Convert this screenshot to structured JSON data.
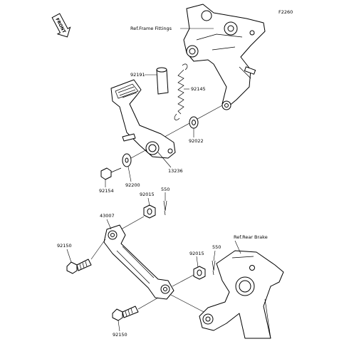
{
  "figure_code": "F2260",
  "front_marker": "FRONT",
  "references": {
    "frame_fittings": "Ref.Frame Fittings",
    "rear_brake": "Ref.Rear Brake"
  },
  "part_numbers": {
    "p92191": "92191",
    "p92145": "92145",
    "p92022": "92022",
    "p13236": "13236",
    "p92154": "92154",
    "p92200": "92200",
    "p92015_upper": "92015",
    "p550_upper": "550",
    "p43007": "43007",
    "p92150_upper": "92150",
    "p92015_lower": "92015",
    "p550_lower": "550",
    "p92150_lower": "92150"
  }
}
